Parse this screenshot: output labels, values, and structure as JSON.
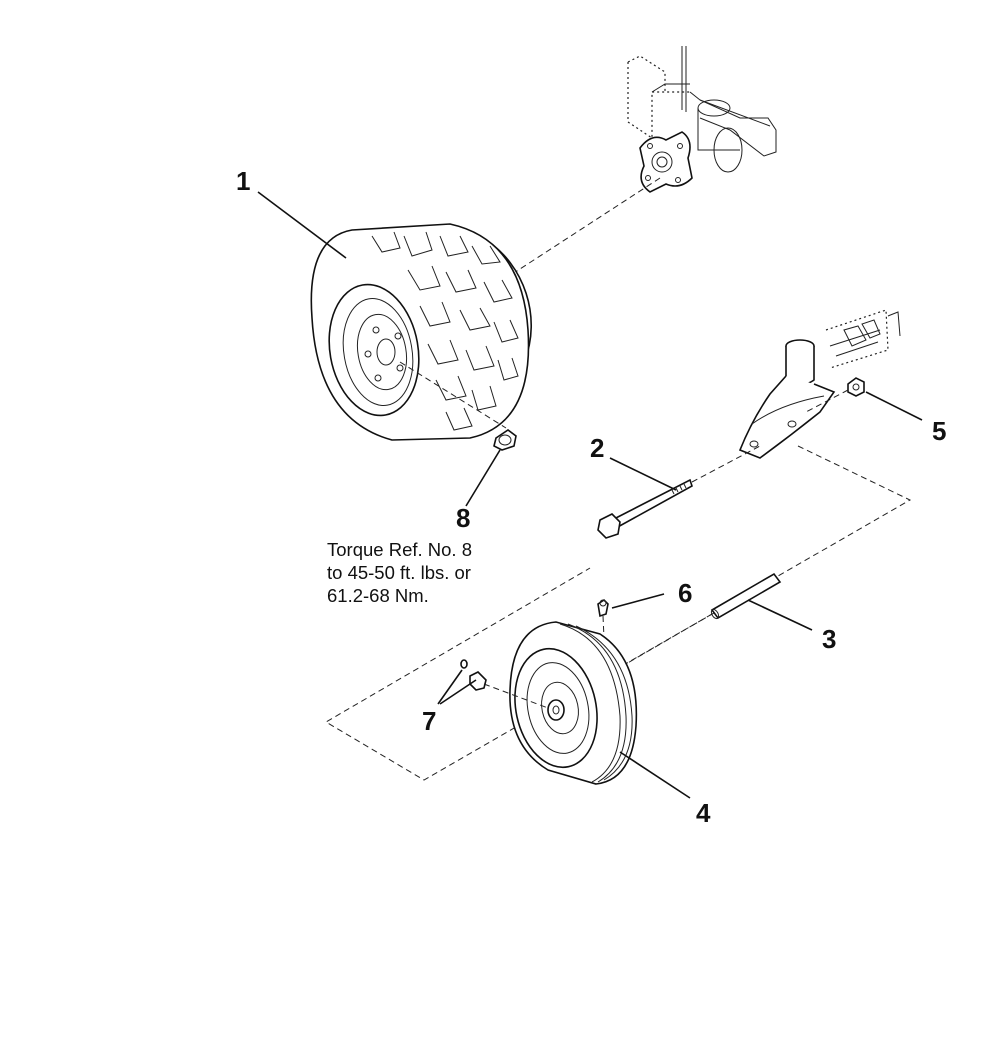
{
  "callouts": {
    "c1": "1",
    "c2": "2",
    "c3": "3",
    "c4": "4",
    "c5": "5",
    "c6": "6",
    "c7": "7",
    "c8": "8"
  },
  "torque_note": {
    "line1": "Torque Ref. No. 8",
    "line2": "to 45-50 ft. lbs. or",
    "line3": "61.2-68 Nm."
  }
}
